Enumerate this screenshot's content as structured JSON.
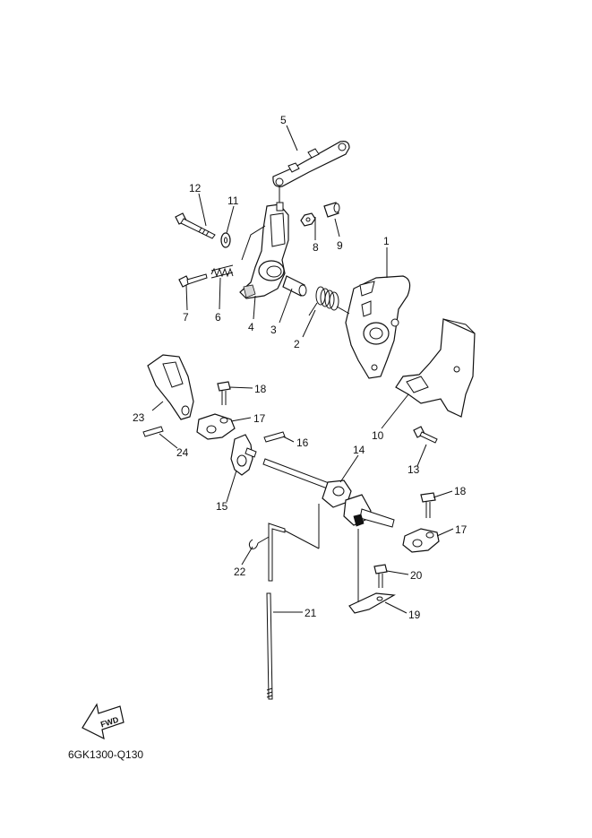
{
  "callouts": [
    {
      "id": "1",
      "text": "1"
    },
    {
      "id": "2",
      "text": "2"
    },
    {
      "id": "3",
      "text": "3"
    },
    {
      "id": "4",
      "text": "4"
    },
    {
      "id": "5",
      "text": "5"
    },
    {
      "id": "6",
      "text": "6"
    },
    {
      "id": "7",
      "text": "7"
    },
    {
      "id": "8",
      "text": "8"
    },
    {
      "id": "9",
      "text": "9"
    },
    {
      "id": "10",
      "text": "10"
    },
    {
      "id": "11",
      "text": "11"
    },
    {
      "id": "12",
      "text": "12"
    },
    {
      "id": "13",
      "text": "13"
    },
    {
      "id": "14",
      "text": "14"
    },
    {
      "id": "15",
      "text": "15"
    },
    {
      "id": "16",
      "text": "16"
    },
    {
      "id": "17a",
      "text": "17"
    },
    {
      "id": "17b",
      "text": "17"
    },
    {
      "id": "18a",
      "text": "18"
    },
    {
      "id": "18b",
      "text": "18"
    },
    {
      "id": "19",
      "text": "19"
    },
    {
      "id": "20",
      "text": "20"
    },
    {
      "id": "21",
      "text": "21"
    },
    {
      "id": "22",
      "text": "22"
    },
    {
      "id": "23",
      "text": "23"
    },
    {
      "id": "24",
      "text": "24"
    }
  ],
  "fwd_arrow": {
    "text": "FWD"
  },
  "diagram_code": "6GK1300-Q130"
}
